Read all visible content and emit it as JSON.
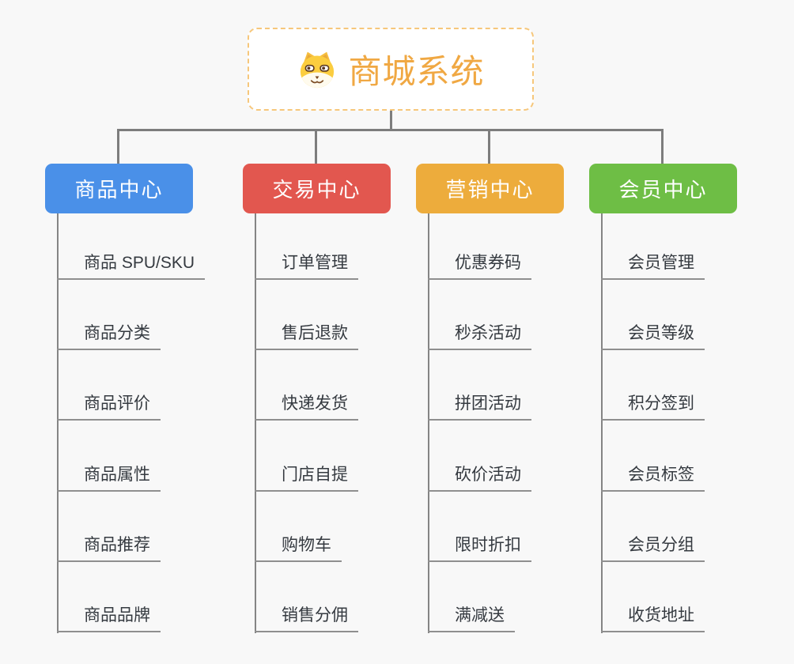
{
  "root": {
    "label": "商城系统",
    "icon": "dog-face-icon",
    "text_color": "#f0a843",
    "border_color": "#f6c77b"
  },
  "connector_color": "#7d7d7d",
  "underline_color": "#8f8f8f",
  "branches": [
    {
      "label": "商品中心",
      "color": "#4a90e8",
      "items": [
        "商品 SPU/SKU",
        "商品分类",
        "商品评价",
        "商品属性",
        "商品推荐",
        "商品品牌"
      ]
    },
    {
      "label": "交易中心",
      "color": "#e2574f",
      "items": [
        "订单管理",
        "售后退款",
        "快递发货",
        "门店自提",
        "购物车",
        "销售分佣"
      ]
    },
    {
      "label": "营销中心",
      "color": "#edac3c",
      "items": [
        "优惠券码",
        "秒杀活动",
        "拼团活动",
        "砍价活动",
        "限时折扣",
        "满减送"
      ]
    },
    {
      "label": "会员中心",
      "color": "#6ebe45",
      "items": [
        "会员管理",
        "会员等级",
        "积分签到",
        "会员标签",
        "会员分组",
        "收货地址"
      ]
    }
  ]
}
